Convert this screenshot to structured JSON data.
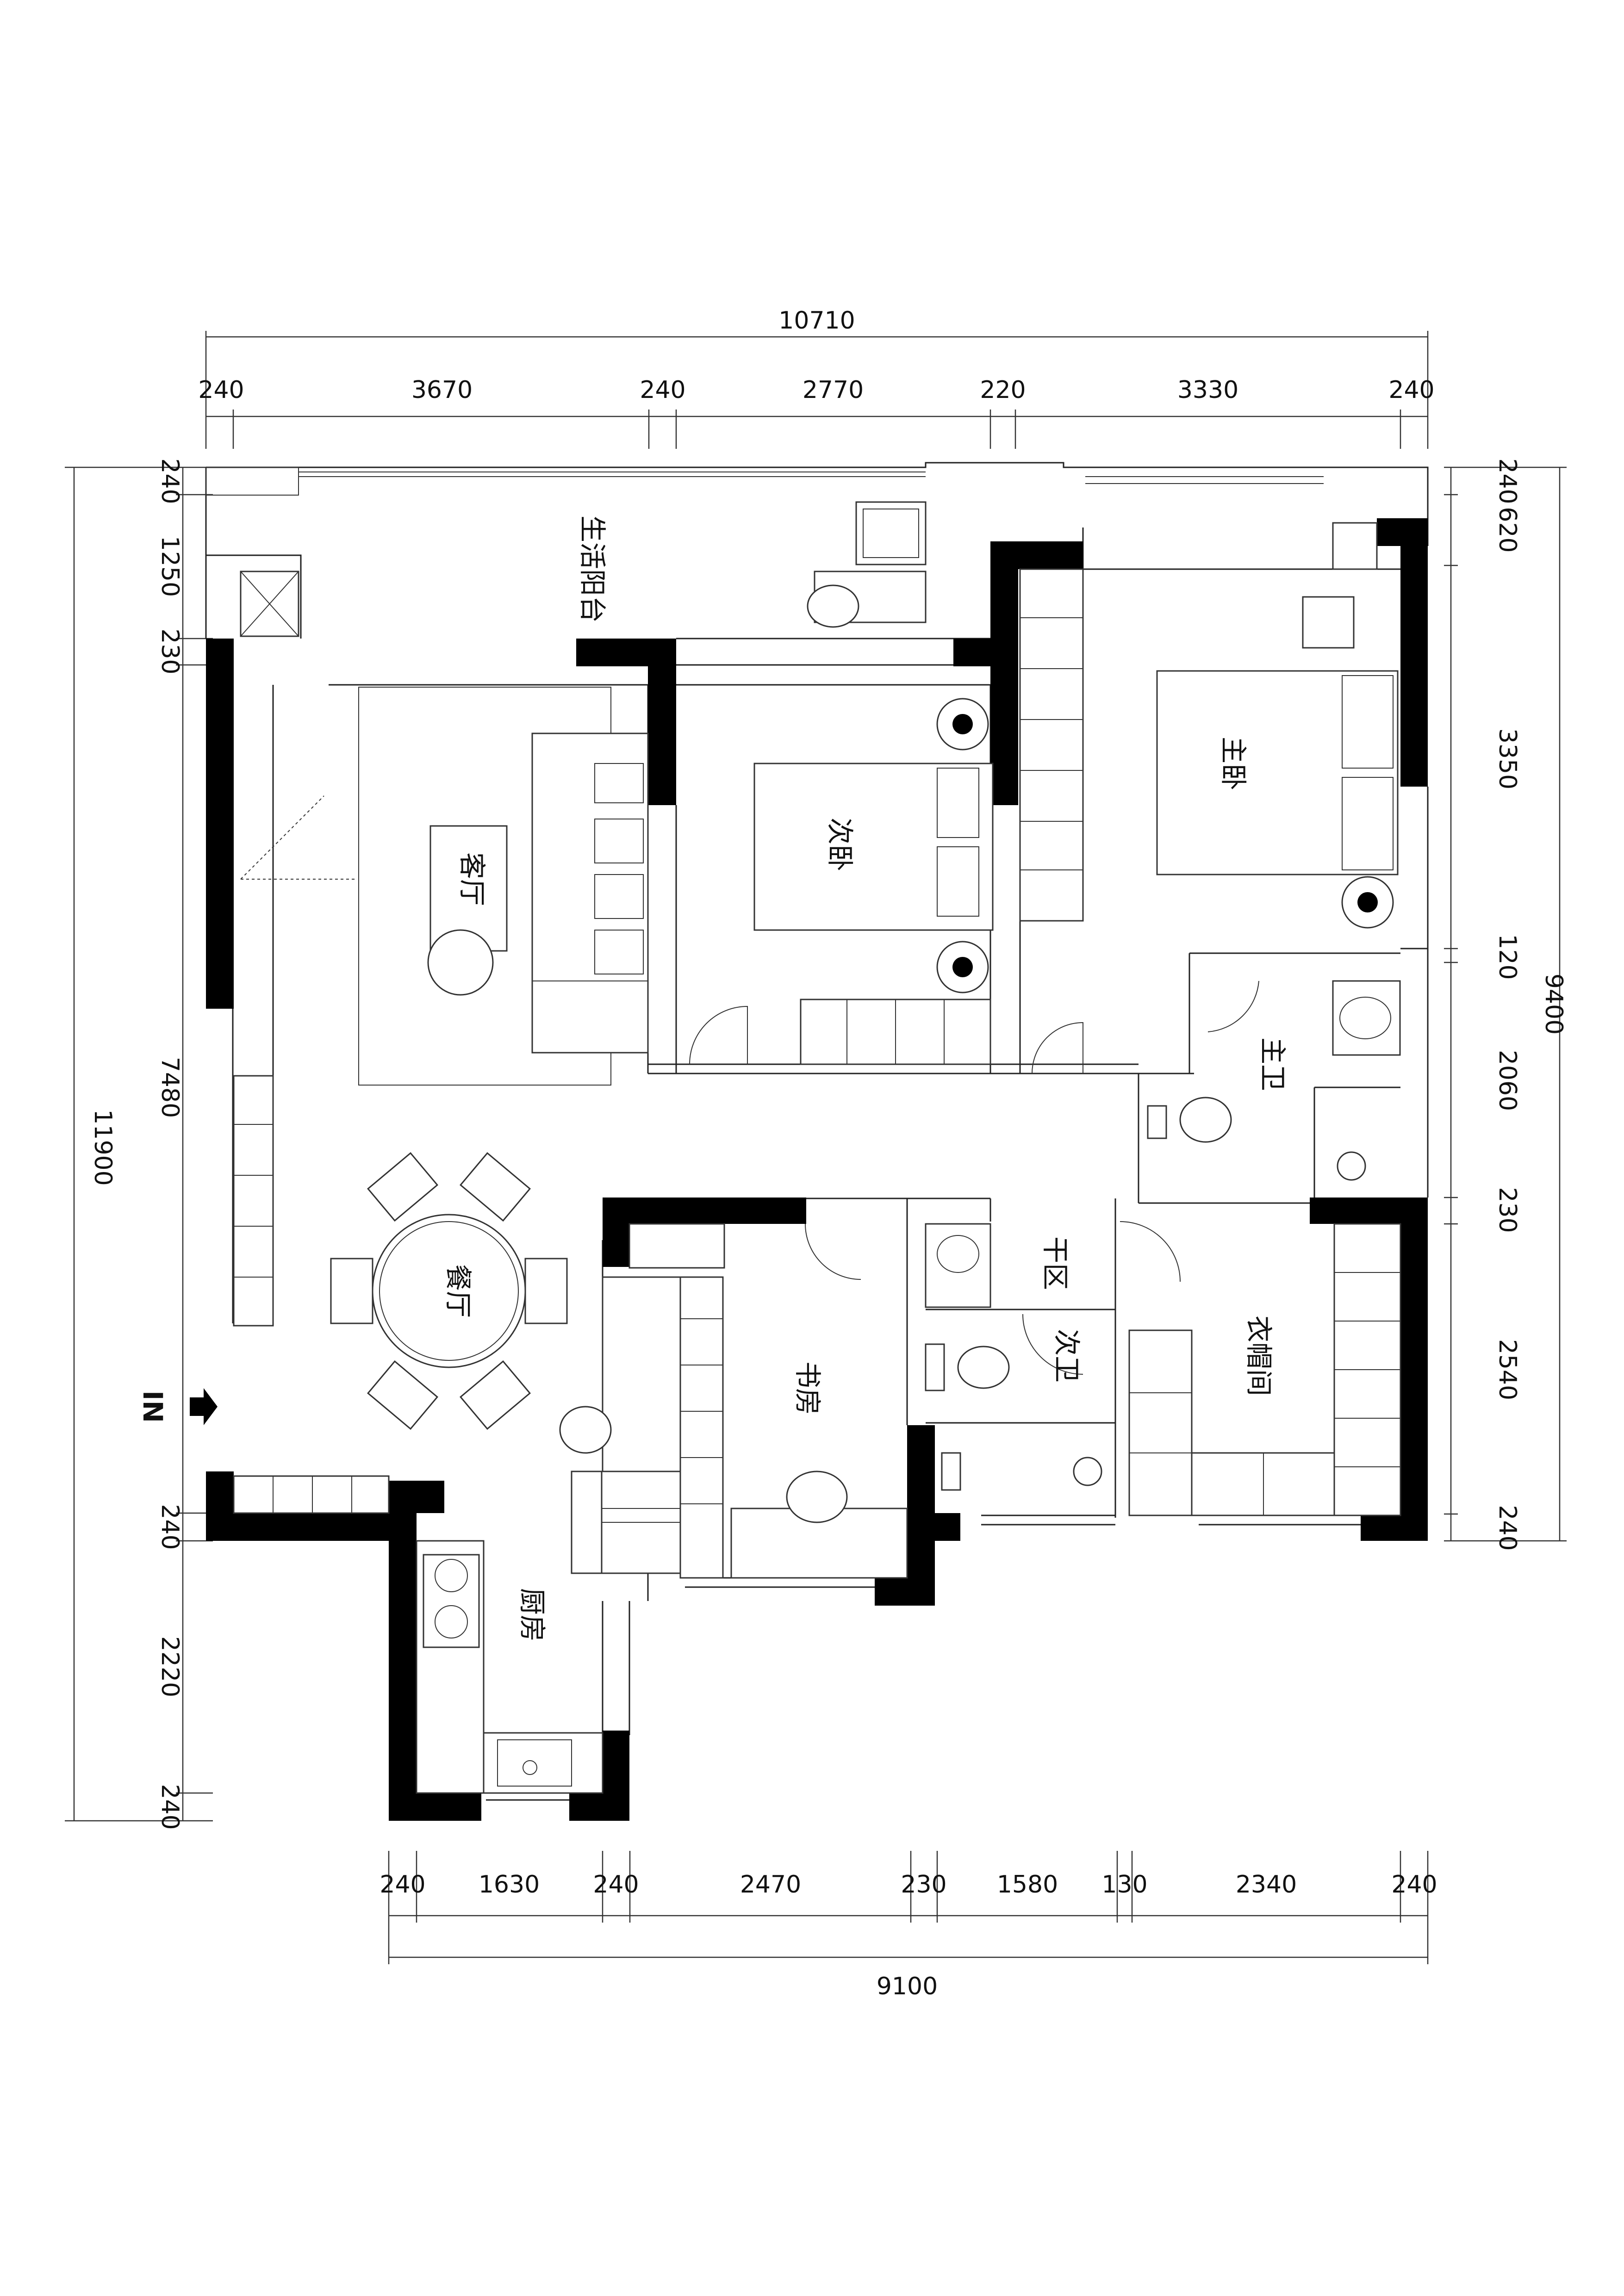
{
  "dimensions": {
    "top_total": "10710",
    "top_segments": [
      "240",
      "3670",
      "240",
      "2770",
      "220",
      "3330",
      "240"
    ],
    "bottom_segments": [
      "240",
      "1630",
      "240",
      "2470",
      "230",
      "1580",
      "130",
      "2340",
      "240"
    ],
    "bottom_total": "9100",
    "left_segments": [
      "240",
      "1250",
      "230",
      "7480",
      "240",
      "2220",
      "240"
    ],
    "left_total": "11900",
    "right_segments": [
      "240",
      "620",
      "3350",
      "120",
      "2060",
      "230",
      "2540",
      "240"
    ],
    "right_total": "9400"
  },
  "rooms": {
    "balcony": "生活阳台",
    "living_room": "客厅",
    "second_bedroom": "次卧",
    "master_bedroom": "主卧",
    "master_bath": "主卫",
    "dining_room": "餐厅",
    "dry_area": "干区",
    "second_bath": "次卫",
    "cloakroom": "衣帽间",
    "study": "书房",
    "kitchen": "厨房"
  },
  "entrance_label": "IN"
}
